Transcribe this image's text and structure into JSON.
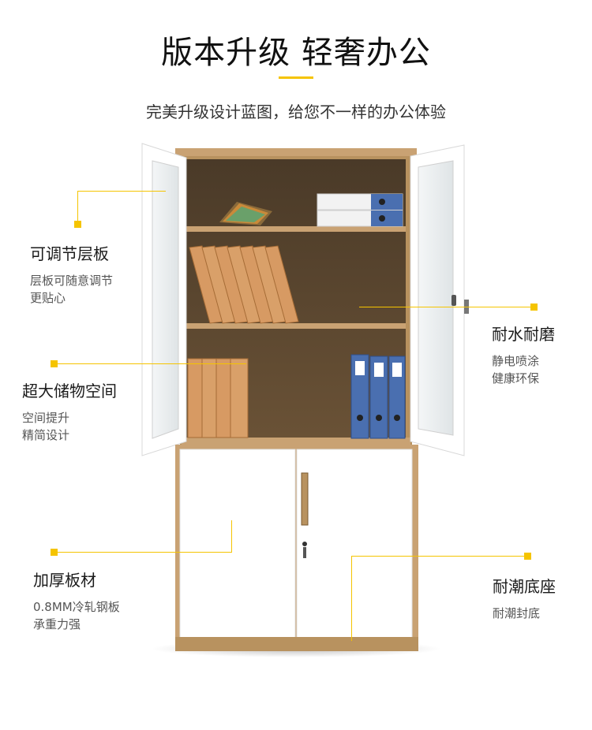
{
  "header": {
    "title": "版本升级 轻奢办公",
    "subtitle": "完美升级设计蓝图，给您不一样的办公体验"
  },
  "features": {
    "shelf": {
      "title": "可调节层板",
      "desc1": "层板可随意调节",
      "desc2": "更贴心"
    },
    "storage": {
      "title": "超大储物空间",
      "desc1": "空间提升",
      "desc2": "精简设计"
    },
    "thick": {
      "title": "加厚板材",
      "desc1": "0.8MM冷轧钢板",
      "desc2": "承重力强"
    },
    "water": {
      "title": "耐水耐磨",
      "desc1": "静电喷涂",
      "desc2": "健康环保"
    },
    "base": {
      "title": "耐潮底座",
      "desc1": "耐潮封底"
    }
  },
  "colors": {
    "accent": "#f5c400",
    "frame": "#c9a273",
    "door": "#ffffff"
  }
}
